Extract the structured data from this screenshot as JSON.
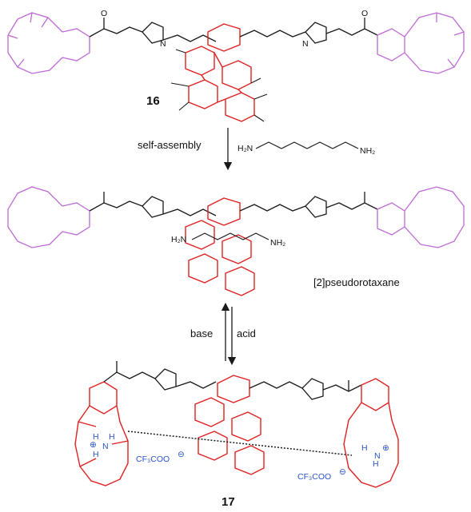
{
  "compounds": {
    "c16": "16",
    "c17": "17",
    "pseudo": "[2]pseudorotaxane"
  },
  "arrows": {
    "self_assembly": "self-assembly",
    "base": "base",
    "acid": "acid"
  },
  "atoms": {
    "O": "O",
    "N": "N",
    "H": "H",
    "H2N": "H₂N",
    "NH2": "NH₂",
    "plus": "⊕",
    "minus": "⊖",
    "counterion": "CF₃COO"
  },
  "colors": {
    "crown_ether": "#c06ad6",
    "pillararene": "#e02020",
    "ammonium": "#2a55c8",
    "skeleton": "#1a1a1a"
  }
}
